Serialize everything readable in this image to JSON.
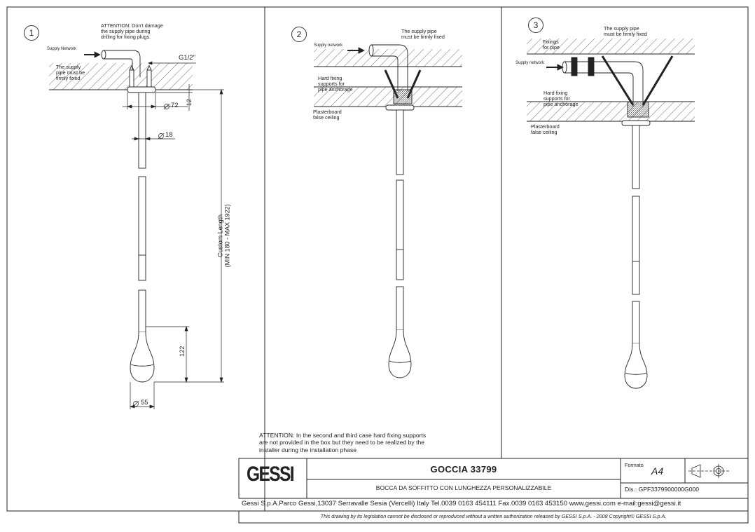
{
  "views": [
    {
      "number": "1",
      "labels": {
        "attention": "ATTENTION: Don't damage\nthe supply pipe during\ndrilling for fixing plugs.",
        "supply_network": "Supply Network",
        "pipe_fixed": "The supply\npipe must be\nfirmly fixed",
        "thread": "G1/2\"",
        "dia_72": "72",
        "dim_12": "12",
        "dia_18": "18",
        "custom_length": "Custom Length\n(MIN 180 - MAX 1922)",
        "dim_122": "122",
        "dia_55": "55"
      }
    },
    {
      "number": "2",
      "labels": {
        "pipe_fixed": "The supply pipe\nmust be firmly fixed",
        "supply_network": "Supply network",
        "hard_fixing": "Hard fixing\nsupports for\npipe anchorage",
        "plasterboard": "Plasterboard\nfalse ceiling",
        "attention": "ATTENTION: In the second and third case hard fixing supports\nare not provided in the box but they need to be realized by the\ninstaller during the installation phase"
      }
    },
    {
      "number": "3",
      "labels": {
        "pipe_fixed": "The supply pipe\nmust be firmly fixed",
        "fixings": "Fixings\nfor pipe",
        "supply_network": "Supply network",
        "hard_fixing": "Hard fixing\nsupports for\npipe anchorage",
        "plasterboard": "Plasterboard\nfalse ceiling"
      }
    }
  ],
  "title_block": {
    "logo": "GESSI",
    "title": "GOCCIA 33799",
    "subtitle": "BOCCA DA SOFFITTO CON LUNGHEZZA PERSONALIZZABILE",
    "formato_label": "Formato",
    "formato_value": "A4",
    "drawing_number": "Dis.: GPF3379900000G000"
  },
  "footer": {
    "company": "Gessi S.p.A.Parco Gessi,13037 Serravalle Sesia (Vercelli) Italy Tel.0039 0163 454111 Fax.0039 0163 453150 www.gessi.com e-mail:gessi@gessi.it",
    "copyright": "This drawing by its legislation cannot be disclosed or reproduced without a written authorization released by GESSI S.p.A. - 2008 Copyright© GESSI S.p.A."
  },
  "colors": {
    "line": "#222222",
    "paper": "#ffffff"
  }
}
